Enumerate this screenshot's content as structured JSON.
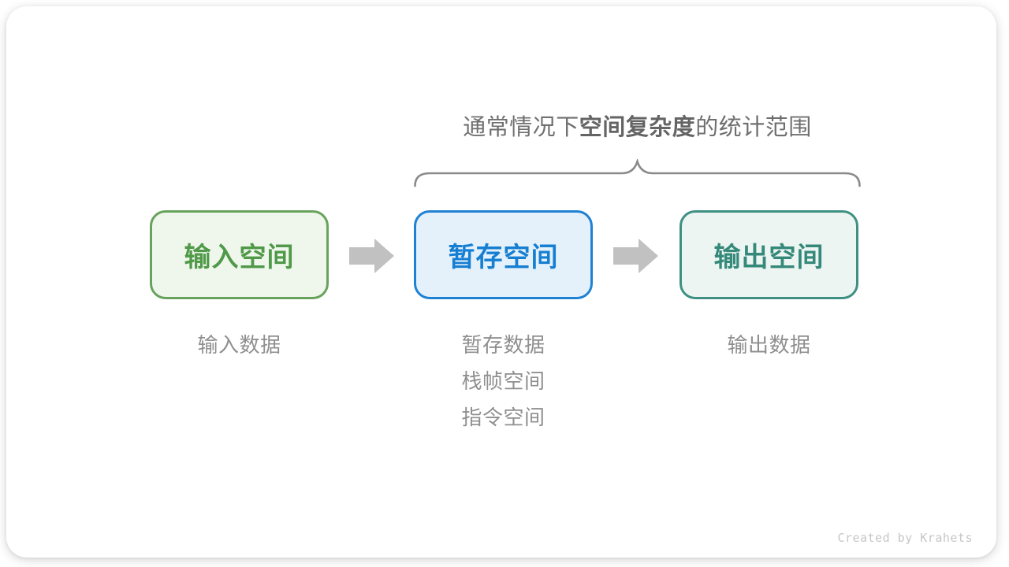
{
  "title": {
    "prefix": "通常情况下",
    "emphasis": "空间复杂度",
    "suffix": "的统计范围"
  },
  "diagram": {
    "boxes": [
      {
        "label": "输入空间",
        "text_color": "#4f9948",
        "border_color": "#67a35c",
        "background": "#eff6ec"
      },
      {
        "label": "暂存空间",
        "text_color": "#177fd2",
        "border_color": "#1e81d3",
        "background": "#e4f1fb"
      },
      {
        "label": "输出空间",
        "text_color": "#35897a",
        "border_color": "#3d9082",
        "background": "#ecf5f1"
      }
    ],
    "arrows": [
      {
        "icon": "right-block-arrow",
        "color": "#c1c1c1"
      },
      {
        "icon": "right-block-arrow",
        "color": "#c1c1c1"
      }
    ],
    "brace": {
      "icon": "horizontal-curly-brace",
      "color": "#8a8a8a"
    },
    "notes": {
      "input": {
        "lines": [
          "输入数据"
        ]
      },
      "temp": {
        "lines": [
          "暂存数据",
          "栈帧空间",
          "指令空间"
        ]
      },
      "output": {
        "lines": [
          "输出数据"
        ]
      }
    },
    "note_text_color": "#8f8f8f",
    "title_text_color": "#6f6f6f"
  },
  "footer": {
    "credit": "Created by Krahets",
    "credit_color": "#c6c6c6"
  }
}
